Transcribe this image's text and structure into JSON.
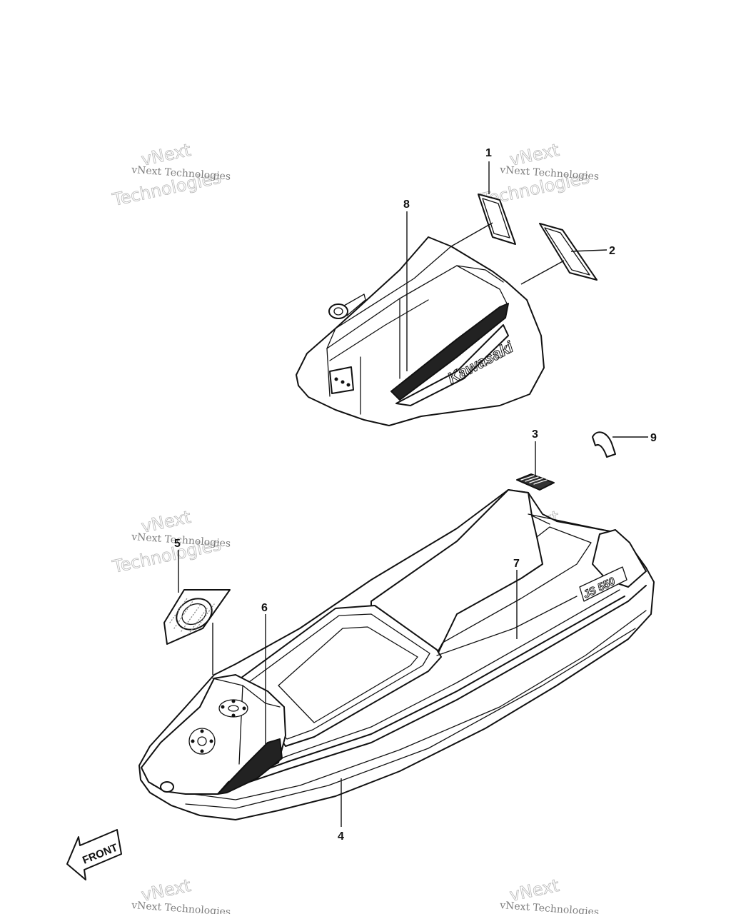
{
  "diagram": {
    "brand_text": "Kawasaki",
    "model_text": "JS 550",
    "front_arrow_label": "FRONT",
    "callouts": [
      {
        "id": "1",
        "label": "1"
      },
      {
        "id": "2",
        "label": "2"
      },
      {
        "id": "3",
        "label": "3"
      },
      {
        "id": "4",
        "label": "4"
      },
      {
        "id": "5",
        "label": "5"
      },
      {
        "id": "6",
        "label": "6"
      },
      {
        "id": "7",
        "label": "7"
      },
      {
        "id": "8",
        "label": "8"
      },
      {
        "id": "9",
        "label": "9"
      }
    ]
  },
  "watermark": {
    "line_small": "vNext Technologies",
    "word_1": "vNext",
    "word_2": "Technologies"
  }
}
